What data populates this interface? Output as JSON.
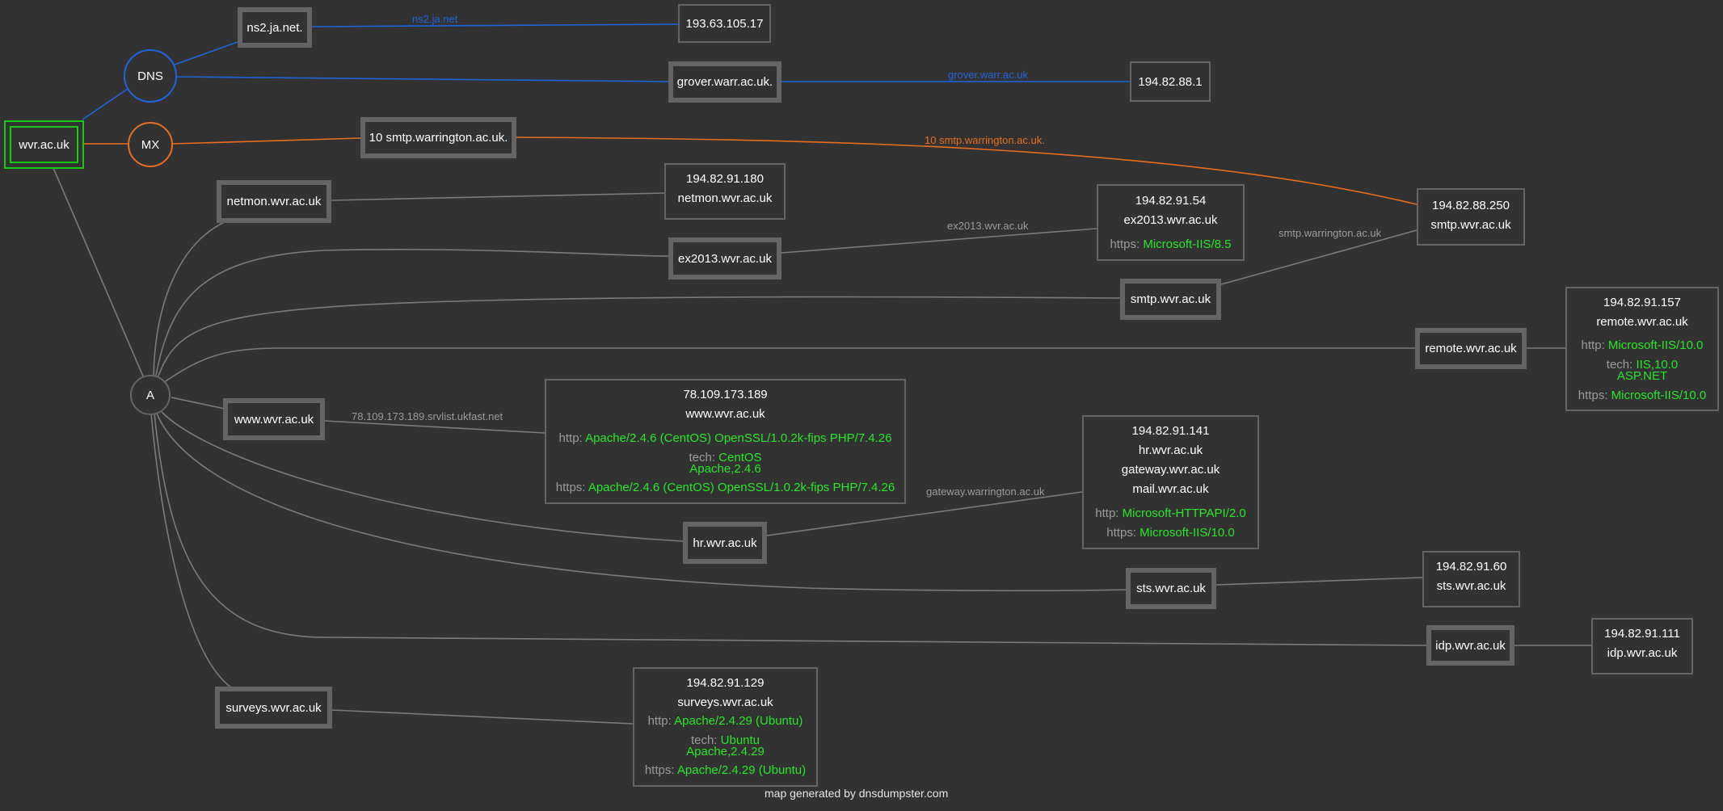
{
  "colors": {
    "background": "#323232",
    "node_border": "#646464",
    "root_border": "#19c819",
    "dns_edge": "#1e64dc",
    "mx_edge": "#e66e1e",
    "a_edge": "#7a7a7a",
    "tech_value": "#28e628",
    "label_gray": "#9b9b9b",
    "text": "#ffffff"
  },
  "root": {
    "domain": "wvr.ac.uk"
  },
  "record_types": {
    "dns": "DNS",
    "mx": "MX",
    "a": "A"
  },
  "dns_servers": [
    {
      "host": "ns2.ja.net.",
      "edge_label": "ns2.ja.net",
      "ip": "193.63.105.17"
    },
    {
      "host": "grover.warr.ac.uk.",
      "edge_label": "grover.warr.ac.uk",
      "ip": "194.82.88.1"
    }
  ],
  "mx_servers": [
    {
      "host": "10 smtp.warrington.ac.uk.",
      "edge_label": "10 smtp.warrington.ac.uk.",
      "ip_info": {
        "ip": "194.82.88.250",
        "name": "smtp.wvr.ac.uk"
      }
    }
  ],
  "hosts": {
    "netmon": "netmon.wvr.ac.uk",
    "ex2013": "ex2013.wvr.ac.uk",
    "smtp": "smtp.wvr.ac.uk",
    "remote": "remote.wvr.ac.uk",
    "www": "www.wvr.ac.uk",
    "hr": "hr.wvr.ac.uk",
    "sts": "sts.wvr.ac.uk",
    "idp": "idp.wvr.ac.uk",
    "surveys": "surveys.wvr.ac.uk"
  },
  "edge_labels": {
    "ex2013": "ex2013.wvr.ac.uk",
    "smtp": "smtp.warrington.ac.uk",
    "www": "78.109.173.189.srvlist.ukfast.net",
    "hr": "gateway.warrington.ac.uk"
  },
  "info": {
    "netmon": {
      "ip": "194.82.91.180",
      "name": "netmon.wvr.ac.uk"
    },
    "ex2013": {
      "ip": "194.82.91.54",
      "name": "ex2013.wvr.ac.uk",
      "https_label": "https:",
      "https": "Microsoft-IIS/8.5"
    },
    "remote": {
      "ip": "194.82.91.157",
      "name": "remote.wvr.ac.uk",
      "http_label": "http:",
      "http": "Microsoft-IIS/10.0",
      "tech_label": "tech:",
      "tech1": "IIS,10.0",
      "tech2": "ASP.NET",
      "https_label": "https:",
      "https": "Microsoft-IIS/10.0"
    },
    "www": {
      "ip": "78.109.173.189",
      "name": "www.wvr.ac.uk",
      "http_label": "http:",
      "http": "Apache/2.4.6 (CentOS) OpenSSL/1.0.2k-fips PHP/7.4.26",
      "tech_label": "tech:",
      "tech1": "CentOS",
      "tech2": "Apache,2.4.6",
      "https_label": "https:",
      "https": "Apache/2.4.6 (CentOS) OpenSSL/1.0.2k-fips PHP/7.4.26"
    },
    "hr": {
      "ip": "194.82.91.141",
      "names": [
        "hr.wvr.ac.uk",
        "gateway.wvr.ac.uk",
        "mail.wvr.ac.uk"
      ],
      "http_label": "http:",
      "http": "Microsoft-HTTPAPI/2.0",
      "https_label": "https:",
      "https": "Microsoft-IIS/10.0"
    },
    "sts": {
      "ip": "194.82.91.60",
      "name": "sts.wvr.ac.uk"
    },
    "idp": {
      "ip": "194.82.91.111",
      "name": "idp.wvr.ac.uk"
    },
    "surveys": {
      "ip": "194.82.91.129",
      "name": "surveys.wvr.ac.uk",
      "http_label": "http:",
      "http": "Apache/2.4.29 (Ubuntu)",
      "tech_label": "tech:",
      "tech1": "Ubuntu",
      "tech2": "Apache,2.4.29",
      "https_label": "https:",
      "https": "Apache/2.4.29 (Ubuntu)"
    }
  },
  "footer": "map generated by dnsdumpster.com"
}
